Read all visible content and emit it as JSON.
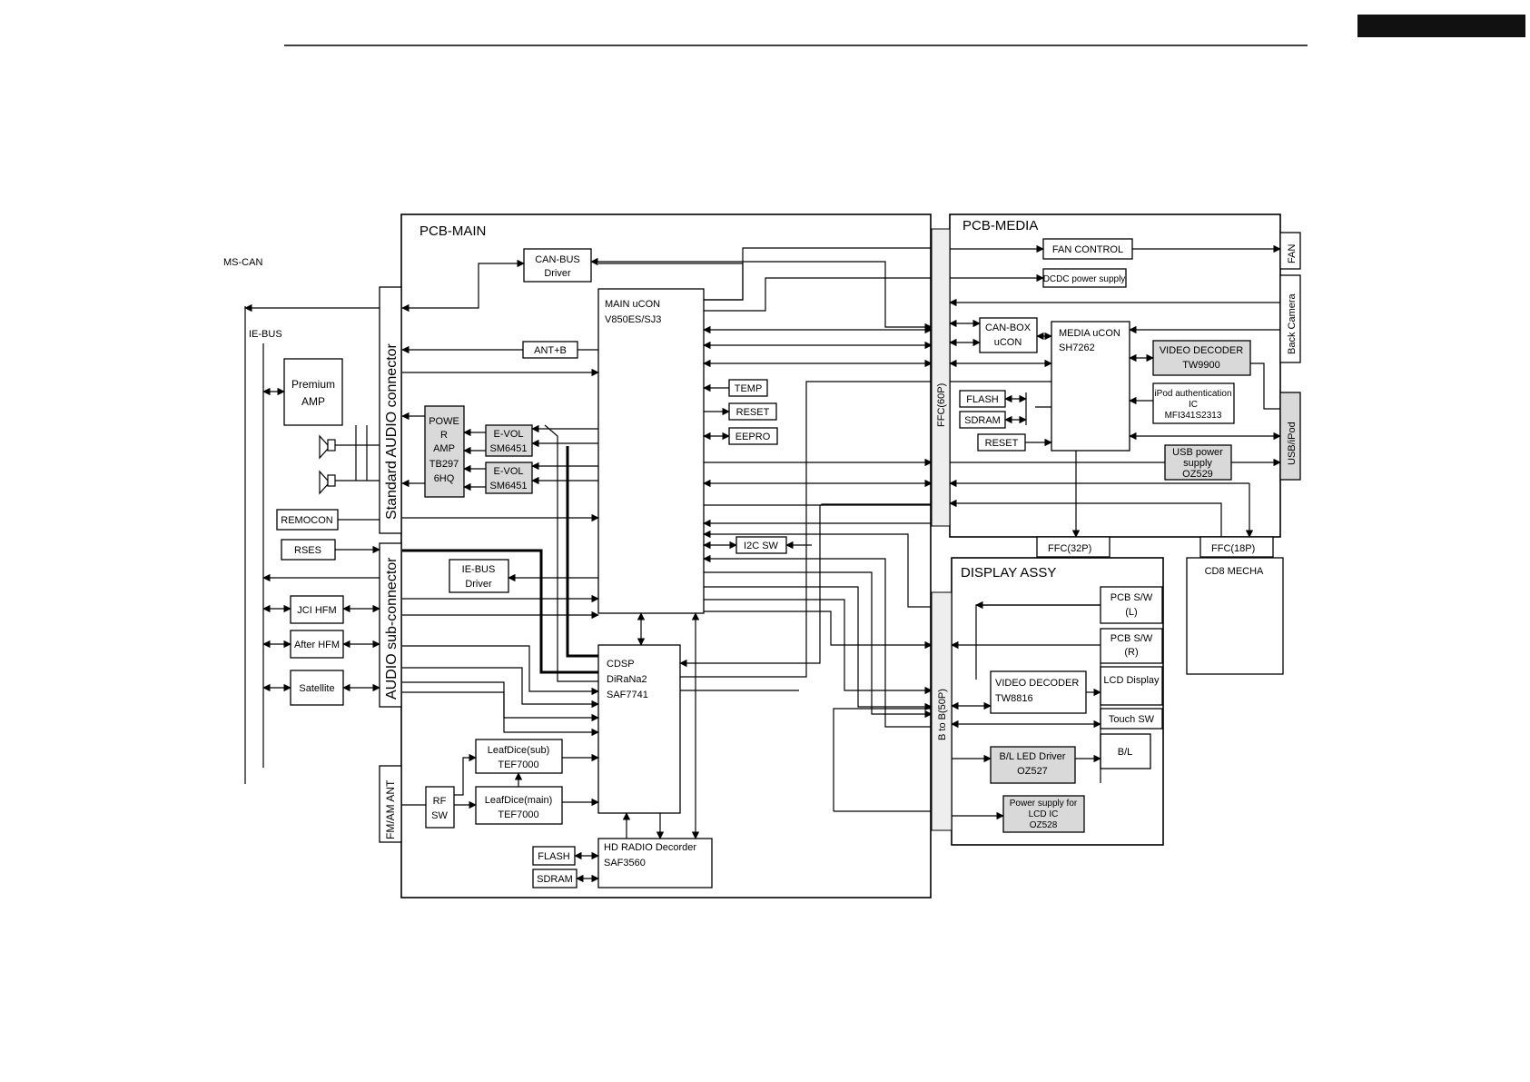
{
  "header": {
    "title_box": ""
  },
  "labels": {
    "ms_can": "MS-CAN",
    "ie_bus": "IE-BUS",
    "pcb_main": "PCB-MAIN",
    "pcb_media": "PCB-MEDIA",
    "display_assy": "DISPLAY ASSY",
    "std_audio_connector": "Standard AUDIO connector",
    "audio_sub_connector": "AUDIO sub-connector",
    "fm_am_ant": "FM/AM ANT",
    "ffc60": "FFC(60P)",
    "b_to_b": "B to B(50P)",
    "ffc32": "FFC(32P)",
    "ffc18": "FFC(18P)",
    "fan": "FAN",
    "back_camera": "Back Camera",
    "usb_ipod": "USB/iPod"
  },
  "blocks": {
    "can_bus_driver": [
      "CAN-BUS",
      "Driver"
    ],
    "main_ucon": [
      "MAIN uCON",
      "V850ES/SJ3"
    ],
    "ant_b": [
      "ANT+B"
    ],
    "premium_amp": [
      "Premium",
      "AMP"
    ],
    "power_amp": [
      "POWE",
      "R",
      "AMP",
      "TB297",
      "6HQ"
    ],
    "evol1": [
      "E-VOL",
      "SM6451"
    ],
    "evol2": [
      "E-VOL",
      "SM6451"
    ],
    "temp": [
      "TEMP"
    ],
    "reset_main": [
      "RESET"
    ],
    "eepro": [
      "EEPRO"
    ],
    "remocon": [
      "REMOCON"
    ],
    "rses": [
      "RSES"
    ],
    "i2c_sw": [
      "I2C SW"
    ],
    "ie_bus_driver": [
      "IE-BUS",
      "Driver"
    ],
    "jci_hfm": [
      "JCI HFM"
    ],
    "after_hfm": [
      "After HFM"
    ],
    "satellite": [
      "Satellite"
    ],
    "cdsp": [
      "CDSP",
      "DiRaNa2",
      "SAF7741"
    ],
    "leafdice_sub": [
      "LeafDice(sub)",
      "TEF7000"
    ],
    "leafdice_main": [
      "LeafDice(main)",
      "TEF7000"
    ],
    "rf_sw": [
      "RF",
      "SW"
    ],
    "hd_radio": [
      "HD RADIO Decorder",
      "SAF3560"
    ],
    "flash_main": [
      "FLASH"
    ],
    "sdram_main": [
      "SDRAM"
    ],
    "fan_control": [
      "FAN CONTROL"
    ],
    "dcdc": [
      "DCDC power supply"
    ],
    "can_box": [
      "CAN-BOX",
      "uCON"
    ],
    "media_ucon": [
      "MEDIA uCON",
      "SH7262"
    ],
    "video_decoder_media": [
      "VIDEO DECODER",
      "TW9900"
    ],
    "ipod_auth": [
      "iPod authentication",
      "IC",
      "MFI341S2313"
    ],
    "flash_media": [
      "FLASH"
    ],
    "sdram_media": [
      "SDRAM"
    ],
    "reset_media": [
      "RESET"
    ],
    "usb_power": [
      "USB power",
      "supply",
      "OZ529"
    ],
    "cd8_mecha": [
      "CD8 MECHA"
    ],
    "pcb_sw_l": [
      "PCB S/W",
      "(L)"
    ],
    "pcb_sw_r": [
      "PCB S/W",
      "(R)"
    ],
    "video_decoder_disp": [
      "VIDEO DECODER",
      "TW8816"
    ],
    "lcd_display": [
      "LCD Display"
    ],
    "touch_sw": [
      "Touch SW"
    ],
    "bl_led": [
      "B/L LED Driver",
      "OZ527"
    ],
    "bl": [
      "B/L"
    ],
    "lcd_power": [
      "Power supply for",
      "LCD IC",
      "OZ528"
    ]
  }
}
